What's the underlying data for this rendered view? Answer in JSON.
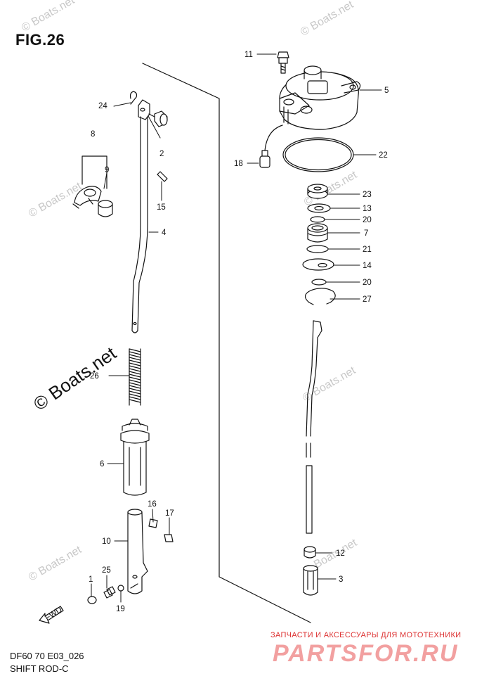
{
  "figure": {
    "title": "FIG.26",
    "caption_model": "DF60 70 E03_026",
    "caption_name": "SHIFT ROD-C"
  },
  "watermarks": {
    "text": "© Boats.net",
    "shop_tagline": "ЗАПЧАСТИ И АКСЕССУАРЫ ДЛЯ МОТОТЕХНИКИ",
    "shop_logo": "PARTSFOR.RU"
  },
  "callouts": [
    {
      "id": "c11",
      "label": "11"
    },
    {
      "id": "c5",
      "label": "5"
    },
    {
      "id": "c24",
      "label": "24"
    },
    {
      "id": "c8",
      "label": "8"
    },
    {
      "id": "c9",
      "label": "9"
    },
    {
      "id": "c2",
      "label": "2"
    },
    {
      "id": "c18",
      "label": "18"
    },
    {
      "id": "c22",
      "label": "22"
    },
    {
      "id": "c15",
      "label": "15"
    },
    {
      "id": "c23",
      "label": "23"
    },
    {
      "id": "c13",
      "label": "13"
    },
    {
      "id": "c20a",
      "label": "20"
    },
    {
      "id": "c7",
      "label": "7"
    },
    {
      "id": "c4",
      "label": "4"
    },
    {
      "id": "c21",
      "label": "21"
    },
    {
      "id": "c14",
      "label": "14"
    },
    {
      "id": "c20b",
      "label": "20"
    },
    {
      "id": "c27",
      "label": "27"
    },
    {
      "id": "c26",
      "label": "26"
    },
    {
      "id": "c6",
      "label": "6"
    },
    {
      "id": "c16",
      "label": "16"
    },
    {
      "id": "c17",
      "label": "17"
    },
    {
      "id": "c10",
      "label": "10"
    },
    {
      "id": "c12",
      "label": "12"
    },
    {
      "id": "c3",
      "label": "3"
    },
    {
      "id": "c25",
      "label": "25"
    },
    {
      "id": "c1",
      "label": "1"
    },
    {
      "id": "c19",
      "label": "19"
    }
  ],
  "fwd_label": "FWD",
  "colors": {
    "line": "#111111",
    "watermark": "#c8c8c8",
    "shop_red": "#dd3333",
    "shop_logo": "#f2a0a0"
  }
}
